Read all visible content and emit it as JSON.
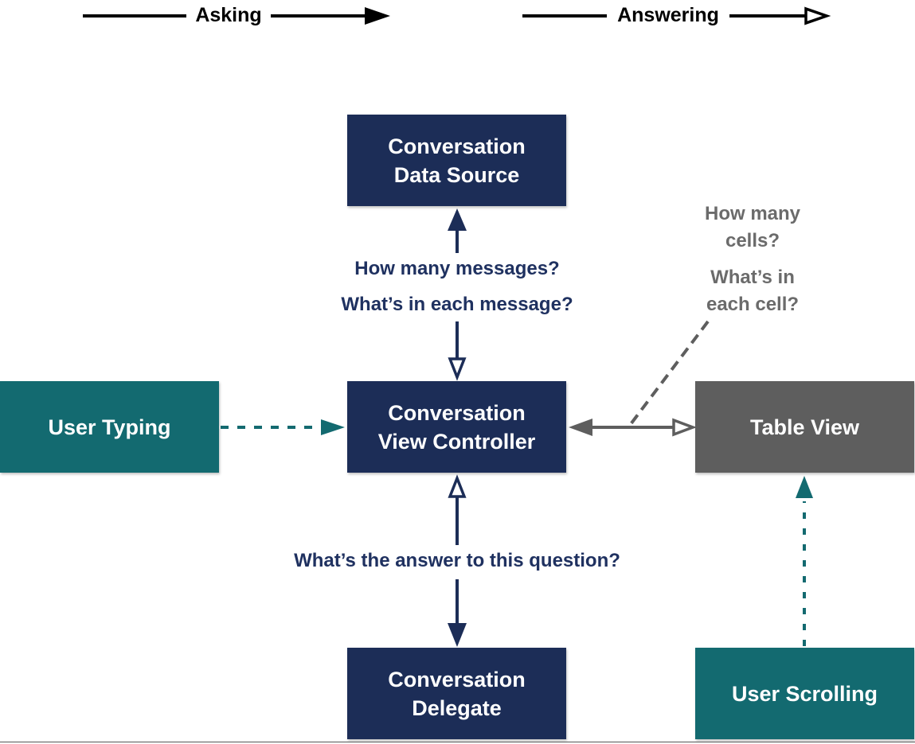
{
  "legend": {
    "asking": "Asking",
    "answering": "Answering"
  },
  "nodes": {
    "data_source": {
      "line1": "Conversation",
      "line2": "Data Source"
    },
    "view_controller": {
      "line1": "Conversation",
      "line2": "View Controller"
    },
    "delegate": {
      "line1": "Conversation",
      "line2": "Delegate"
    },
    "user_typing": {
      "label": "User Typing"
    },
    "table_view": {
      "label": "Table View"
    },
    "user_scrolling": {
      "label": "User Scrolling"
    }
  },
  "edge_labels": {
    "messages_q1": "How many messages?",
    "messages_q2": "What’s in each message?",
    "delegate_q": "What’s the answer to this question?",
    "cells_q1_line1": "How many",
    "cells_q1_line2": "cells?",
    "cells_q2_line1": "What’s in",
    "cells_q2_line2": "each cell?"
  },
  "colors": {
    "navy": "#1c2d57",
    "teal": "#136a70",
    "gray": "#5e5e5e"
  }
}
